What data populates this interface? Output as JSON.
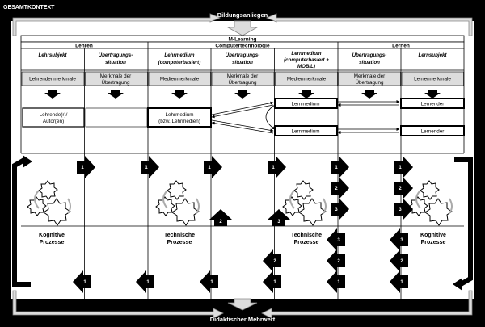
{
  "context_label": "GESAMTKONTEXT",
  "top_label": "Bildungsanliegen",
  "bottom_label": "Didaktischer Mehrwert",
  "mlearning": "M-Learning",
  "groups": [
    "Lehren",
    "Computertechnologie",
    "Lernen"
  ],
  "columns": [
    {
      "line1": "Lehrsubjekt",
      "line2": "",
      "feature": [
        "Lehrendenmerkmale"
      ]
    },
    {
      "line1": "Übertragungs-",
      "line2": "situation",
      "feature": [
        "Merkmale der",
        "Übertragung"
      ]
    },
    {
      "line1": "Lehrmedium",
      "line2": "(computerbasiert)",
      "feature": [
        "Medienmerkmale"
      ]
    },
    {
      "line1": "Übertragungs-",
      "line2": "situation",
      "feature": [
        "Merkmale der",
        "Übertragung"
      ]
    },
    {
      "line1": "Lernmedium",
      "line2": "(computerbasiert +",
      "line3": "MOBIL)",
      "feature": [
        "Medienmerkmale"
      ]
    },
    {
      "line1": "Übertragungs-",
      "line2": "situation",
      "feature": [
        "Merkmale der",
        "Übertragung"
      ]
    },
    {
      "line1": "Lernsubjekt",
      "line2": "",
      "feature": [
        "Lernermerkmale"
      ]
    }
  ],
  "boxes": {
    "lehrende": [
      "Lehrende(r)/",
      "Autor(en)"
    ],
    "lehrmedium": [
      "Lehrmedium",
      "(bzw. Lehrmedien)"
    ],
    "lernmedium_top": "Lernmedium",
    "lernmedium_bottom": "Lernmedium",
    "lernender_top": "Lernender",
    "lernender_bottom": "Lernender"
  },
  "processes": [
    [
      "Kognitive",
      "Prozesse"
    ],
    [
      "Technische",
      "Prozesse"
    ],
    [
      "Technische",
      "Prozesse"
    ],
    [
      "Kognitive",
      "Prozesse"
    ]
  ],
  "step_numbers": {
    "c1_top": "1",
    "c1_bottom": "1",
    "c2_top": "1",
    "c2_bottom": "1",
    "c3_top": "1",
    "c3_up": "2",
    "c3_bottom": "1",
    "c4_top": "1",
    "c4_mid": "3",
    "c4_b2": "2",
    "c4_b1": "1",
    "c5_a": "1",
    "c5_b": "2",
    "c5_c": "3",
    "c5_d": "3",
    "c5_e": "2",
    "c5_f": "1",
    "c6_a": "1",
    "c6_b": "2",
    "c6_c": "3",
    "c6_d": "3",
    "c6_e": "2",
    "c6_f": "1"
  }
}
